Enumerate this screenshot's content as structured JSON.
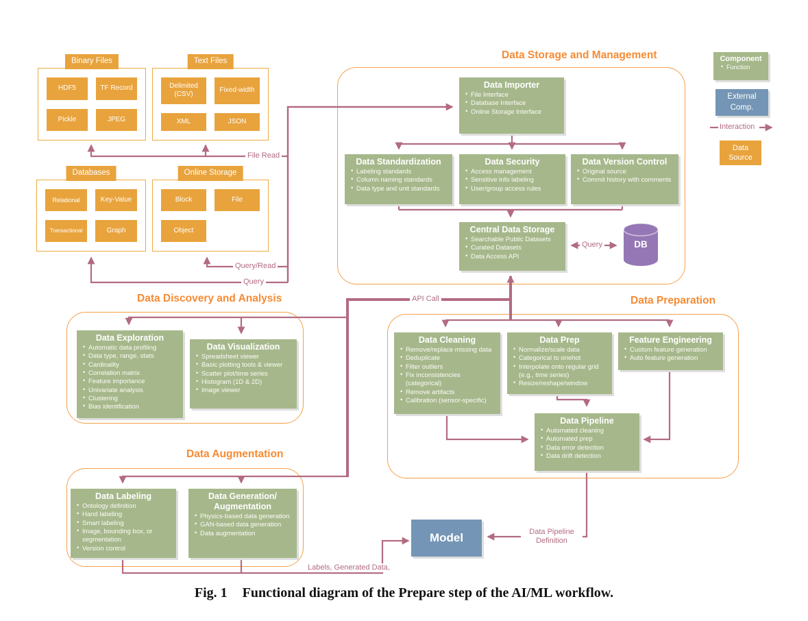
{
  "colors": {
    "component_green": "#a6b88b",
    "external_blue": "#7495b5",
    "data_source_orange": "#e8a33c",
    "interaction_pink": "#b26b80",
    "section_orange": "#f68b33",
    "db_purple": "#9577b5"
  },
  "sections": {
    "storage": "Data Storage and Management",
    "discovery": "Data Discovery and Analysis",
    "preparation": "Data Preparation",
    "augmentation": "Data Augmentation"
  },
  "sources": {
    "binary_files": {
      "title": "Binary Files",
      "cells": [
        "HDF5",
        "TF Record",
        "Pickle",
        "JPEG"
      ]
    },
    "text_files": {
      "title": "Text Files",
      "cells": [
        "Delimited (CSV)",
        "Fixed-width",
        "XML",
        "JSON"
      ]
    },
    "databases": {
      "title": "Databases",
      "cells": [
        "Relational",
        "Key-Value",
        "Transactional",
        "Graph"
      ]
    },
    "online_storage": {
      "title": "Online Storage",
      "cells": [
        "Block",
        "File",
        "Object"
      ]
    }
  },
  "components": {
    "data_importer": {
      "title": "Data Importer",
      "items": [
        "File Interface",
        "Database Interface",
        "Online Storage Interface"
      ]
    },
    "data_standardization": {
      "title": "Data Standardization",
      "items": [
        "Labeling standards",
        "Column naming standards",
        "Data type and unit standards"
      ]
    },
    "data_security": {
      "title": "Data Security",
      "items": [
        "Access management",
        "Sensitive info labeling",
        "User/group access rules"
      ]
    },
    "data_version_control": {
      "title": "Data Version Control",
      "items": [
        "Original source",
        "Commit history with comments"
      ]
    },
    "central_data_storage": {
      "title": "Central Data Storage",
      "items": [
        "Searchable Public Datasets",
        "Curated Datasets",
        "Data Access API"
      ]
    },
    "data_exploration": {
      "title": "Data Exploration",
      "items": [
        "Automatic data profiling",
        "Data type, range, stats",
        "Cardinality",
        "Correlation matrix",
        "Feature importance",
        "Univariate analysis",
        "Clustering",
        "Bias identification"
      ]
    },
    "data_visualization": {
      "title": "Data Visualization",
      "items": [
        "Spreadsheet viewer",
        "Basic plotting tools & viewer",
        "Scatter plot/time series",
        "Histogram (1D & 2D)",
        "Image viewer"
      ]
    },
    "data_cleaning": {
      "title": "Data Cleaning",
      "items": [
        "Remove/replace missing data",
        "Deduplicate",
        "Filter outliers",
        "Fix inconsistencies (categorical)",
        "Remove artifacts",
        "Calibration (sensor-specific)"
      ]
    },
    "data_prep": {
      "title": "Data Prep",
      "items": [
        "Normalize/scale data",
        "Categorical to onehot",
        "Interpolate onto regular grid (e.g., time series)",
        "Resize/reshape/window"
      ]
    },
    "feature_engineering": {
      "title": "Feature Engineering",
      "items": [
        "Custom feature generation",
        "Auto feature generation"
      ]
    },
    "data_pipeline": {
      "title": "Data Pipeline",
      "items": [
        "Automated cleaning",
        "Automated prep",
        "Data error detection",
        "Data drift detection"
      ]
    },
    "data_labeling": {
      "title": "Data Labeling",
      "items": [
        "Ontology definition",
        "Hand labeling",
        "Smart labeling",
        "Image, bounding box, or segmentation",
        "Version control"
      ]
    },
    "data_generation": {
      "title": "Data Generation/",
      "title2": "Augmentation",
      "items": [
        "Physics-based data generation",
        "GAN-based data generation",
        "Data augmentation"
      ]
    }
  },
  "external_components": {
    "model": "Model",
    "db": "DB"
  },
  "legend": {
    "component": {
      "title": "Component",
      "bullet": "Function"
    },
    "external": "External Comp.",
    "interaction": "Interaction",
    "data_source": "Data Source"
  },
  "edge_labels": {
    "file_read": "File Read",
    "query_read": "Query/Read",
    "query": "Query",
    "storage_query": "Query",
    "api_call": "API Call",
    "pipeline_def_line1": "Data Pipeline",
    "pipeline_def_line2": "Definition",
    "labels_generated": "Labels, Generated Data,"
  },
  "caption": {
    "fig": "Fig. 1",
    "text": "Functional diagram of the Prepare step of the AI/ML workflow."
  }
}
